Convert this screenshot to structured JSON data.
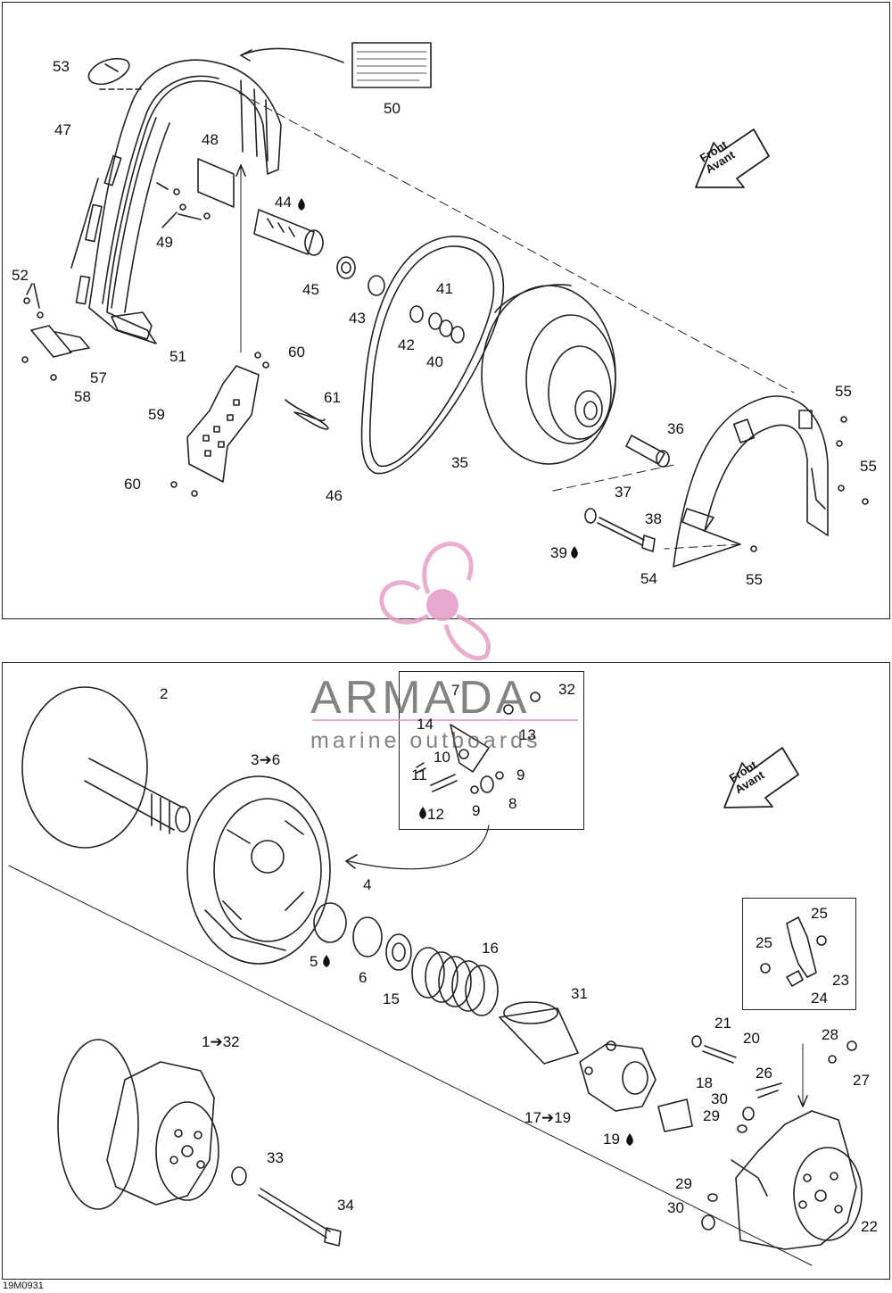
{
  "drawing_code": "19M0931",
  "watermark": {
    "name": "ARMADA",
    "subtitle": "marine outboards"
  },
  "front_arrow": {
    "line1": "Front",
    "line2": "Avant"
  },
  "callouts_top": [
    {
      "id": "c53",
      "text": "53"
    },
    {
      "id": "c47",
      "text": "47"
    },
    {
      "id": "c48",
      "text": "48"
    },
    {
      "id": "c50",
      "text": "50"
    },
    {
      "id": "c49",
      "text": "49"
    },
    {
      "id": "c44",
      "text": "44"
    },
    {
      "id": "c52",
      "text": "52"
    },
    {
      "id": "c45",
      "text": "45"
    },
    {
      "id": "c43",
      "text": "43"
    },
    {
      "id": "c41",
      "text": "41"
    },
    {
      "id": "c42",
      "text": "42"
    },
    {
      "id": "c40",
      "text": "40"
    },
    {
      "id": "c51",
      "text": "51"
    },
    {
      "id": "c57",
      "text": "57"
    },
    {
      "id": "c58",
      "text": "58"
    },
    {
      "id": "c60a",
      "text": "60"
    },
    {
      "id": "c61",
      "text": "61"
    },
    {
      "id": "c59",
      "text": "59"
    },
    {
      "id": "c36",
      "text": "36"
    },
    {
      "id": "c55a",
      "text": "55"
    },
    {
      "id": "c35",
      "text": "35"
    },
    {
      "id": "c55b",
      "text": "55"
    },
    {
      "id": "c60b",
      "text": "60"
    },
    {
      "id": "c46",
      "text": "46"
    },
    {
      "id": "c37",
      "text": "37"
    },
    {
      "id": "c38",
      "text": "38"
    },
    {
      "id": "c39",
      "text": "39"
    },
    {
      "id": "c54",
      "text": "54"
    },
    {
      "id": "c55c",
      "text": "55"
    }
  ],
  "callouts_bottom": [
    {
      "id": "c2",
      "text": "2"
    },
    {
      "id": "c7",
      "text": "7"
    },
    {
      "id": "c32a",
      "text": "32"
    },
    {
      "id": "c14",
      "text": "14"
    },
    {
      "id": "c13",
      "text": "13"
    },
    {
      "id": "c3",
      "text": "3➔6"
    },
    {
      "id": "c10",
      "text": "10"
    },
    {
      "id": "c11",
      "text": "11"
    },
    {
      "id": "c9a",
      "text": "9"
    },
    {
      "id": "c12",
      "text": "12"
    },
    {
      "id": "c9b",
      "text": "9"
    },
    {
      "id": "c8",
      "text": "8"
    },
    {
      "id": "c4",
      "text": "4"
    },
    {
      "id": "c25a",
      "text": "25"
    },
    {
      "id": "c25b",
      "text": "25"
    },
    {
      "id": "c16",
      "text": "16"
    },
    {
      "id": "c23",
      "text": "23"
    },
    {
      "id": "c5",
      "text": "5"
    },
    {
      "id": "c6",
      "text": "6"
    },
    {
      "id": "c15",
      "text": "15"
    },
    {
      "id": "c24",
      "text": "24"
    },
    {
      "id": "c31",
      "text": "31"
    },
    {
      "id": "c21",
      "text": "21"
    },
    {
      "id": "c20",
      "text": "20"
    },
    {
      "id": "c1",
      "text": "1➔32"
    },
    {
      "id": "c28",
      "text": "28"
    },
    {
      "id": "c27",
      "text": "27"
    },
    {
      "id": "c26",
      "text": "26"
    },
    {
      "id": "c18",
      "text": "18"
    },
    {
      "id": "c30a",
      "text": "30"
    },
    {
      "id": "c17",
      "text": "17➔19"
    },
    {
      "id": "c29a",
      "text": "29"
    },
    {
      "id": "c19",
      "text": "19"
    },
    {
      "id": "c33",
      "text": "33"
    },
    {
      "id": "c29b",
      "text": "29"
    },
    {
      "id": "c34",
      "text": "34"
    },
    {
      "id": "c30b",
      "text": "30"
    },
    {
      "id": "c22",
      "text": "22"
    }
  ],
  "colors": {
    "line": "#222222",
    "watermark_pink": "#e39ac4",
    "watermark_text": "#5a5a5a"
  }
}
